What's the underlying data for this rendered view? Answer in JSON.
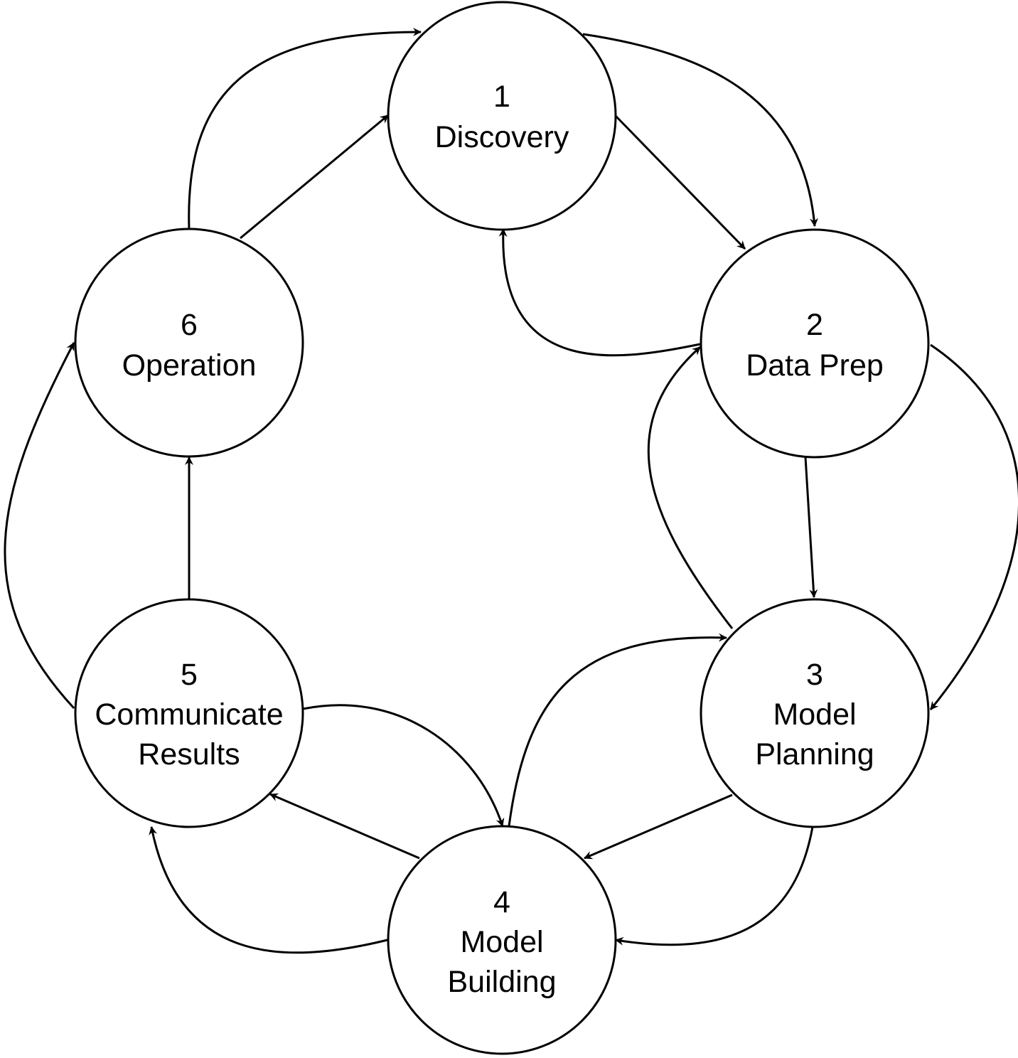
{
  "diagram": {
    "type": "cycle",
    "colors": {
      "stroke": "#000000",
      "fill": "#ffffff",
      "text": "#000000"
    },
    "nodes": [
      {
        "id": "discovery",
        "lines": [
          "1",
          "Discovery"
        ]
      },
      {
        "id": "data-prep",
        "lines": [
          "2",
          "Data Prep"
        ]
      },
      {
        "id": "model-planning",
        "lines": [
          "3",
          "Model",
          "Planning"
        ]
      },
      {
        "id": "model-building",
        "lines": [
          "4",
          "Model",
          "Building"
        ]
      },
      {
        "id": "communicate-results",
        "lines": [
          "5",
          "Communicate",
          "Results"
        ]
      },
      {
        "id": "operation",
        "lines": [
          "6",
          "Operation"
        ]
      }
    ],
    "edges": [
      {
        "from": "discovery",
        "to": "data-prep"
      },
      {
        "from": "discovery",
        "to": "data-prep"
      },
      {
        "from": "data-prep",
        "to": "discovery"
      },
      {
        "from": "data-prep",
        "to": "model-planning"
      },
      {
        "from": "data-prep",
        "to": "model-planning"
      },
      {
        "from": "model-planning",
        "to": "data-prep"
      },
      {
        "from": "model-planning",
        "to": "model-building"
      },
      {
        "from": "model-planning",
        "to": "model-building"
      },
      {
        "from": "model-building",
        "to": "model-planning"
      },
      {
        "from": "model-building",
        "to": "communicate-results"
      },
      {
        "from": "model-building",
        "to": "communicate-results"
      },
      {
        "from": "communicate-results",
        "to": "model-building"
      },
      {
        "from": "communicate-results",
        "to": "operation"
      },
      {
        "from": "communicate-results",
        "to": "operation"
      },
      {
        "from": "operation",
        "to": "discovery"
      },
      {
        "from": "operation",
        "to": "discovery"
      }
    ]
  }
}
